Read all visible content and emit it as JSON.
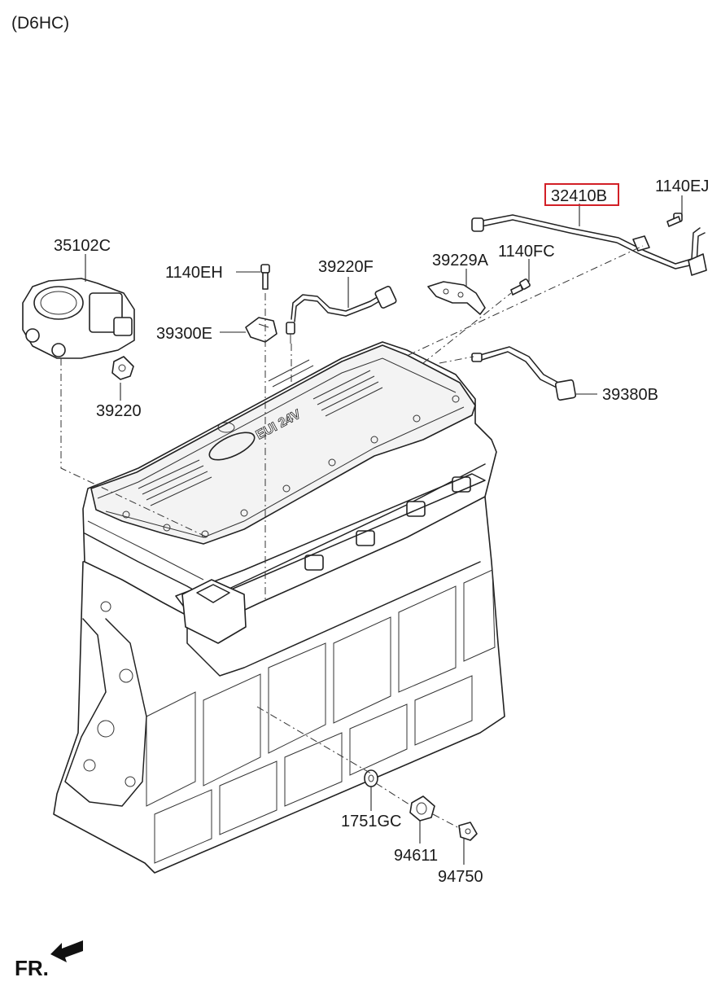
{
  "header": {
    "engine_code": "(D6HC)"
  },
  "parts": {
    "p35102C": "35102C",
    "p1140EH": "1140EH",
    "p39220F": "39220F",
    "p39229A": "39229A",
    "p1140FC": "1140FC",
    "p32410B": "32410B",
    "p1140EJ": "1140EJ",
    "p39300E": "39300E",
    "p39220": "39220",
    "p39380B": "39380B",
    "p1751GC": "1751GC",
    "p94611": "94611",
    "p94750": "94750"
  },
  "engine_cover_text": "EUI 24V",
  "direction": {
    "label": "FR."
  },
  "highlight": {
    "part": "32410B",
    "color": "#d21f26"
  }
}
